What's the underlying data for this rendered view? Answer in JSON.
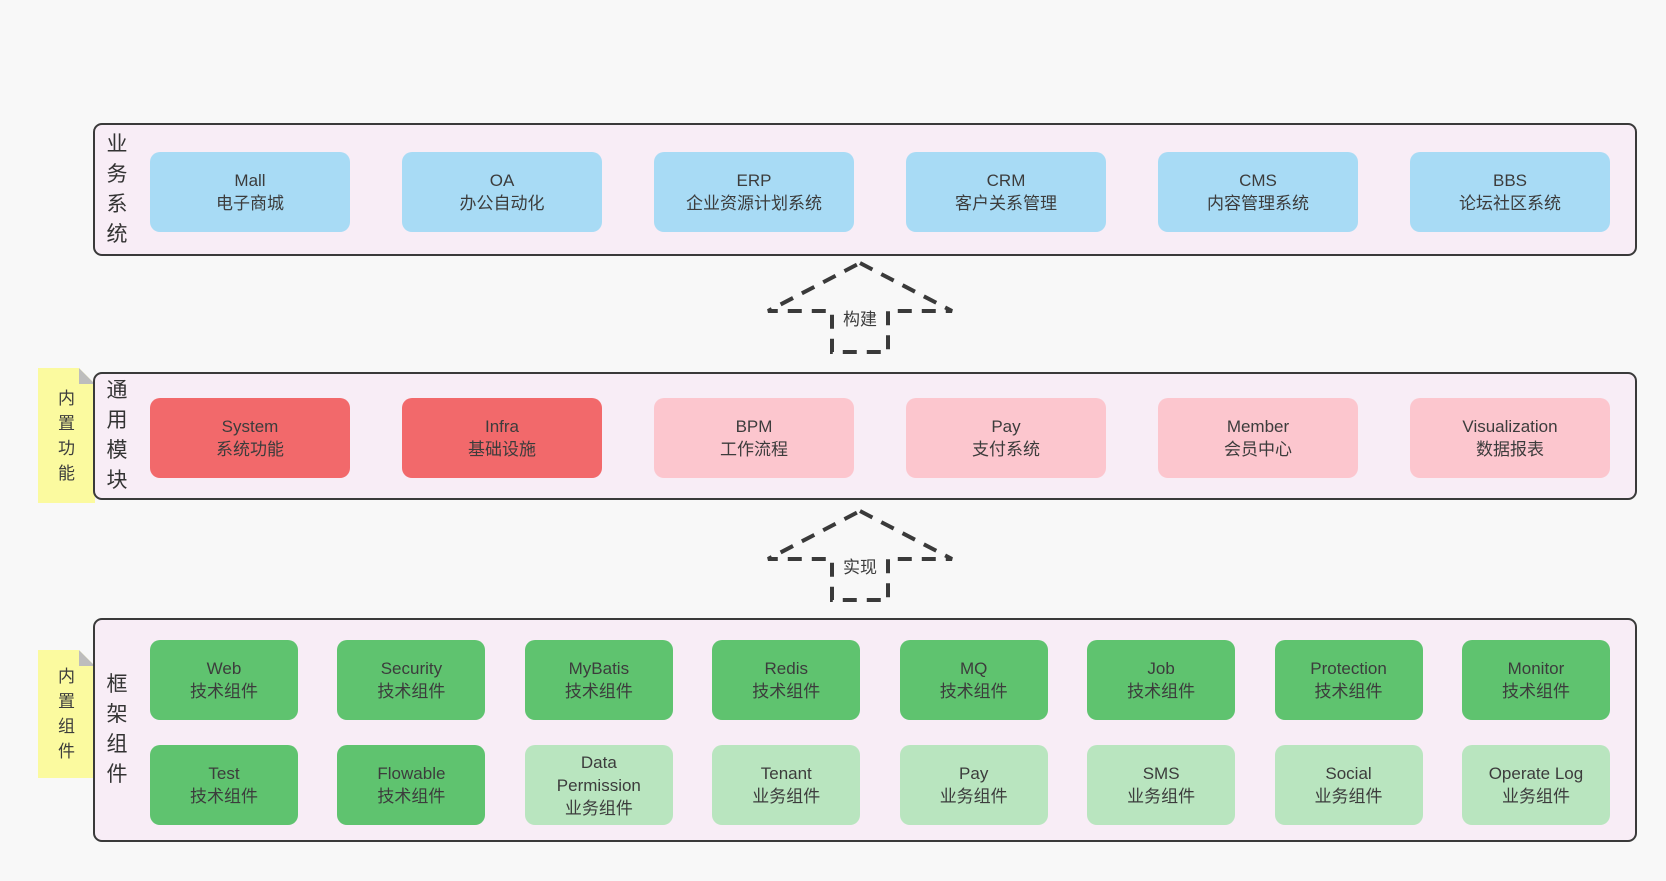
{
  "colors": {
    "page_bg": "#f8f8f8",
    "band_bg": "#f8edf6",
    "band_border": "#3a3a3a",
    "blue_box": "#a8dbf5",
    "red_box": "#f2696b",
    "pink_box": "#fcc6ce",
    "green_box": "#5fc36f",
    "light_green_box": "#b9e5bf",
    "note_yellow": "#fbfa9f",
    "fold_gray": "#bdbdbd",
    "text": "#3c3c3c"
  },
  "arrows": [
    {
      "label": "构建"
    },
    {
      "label": "实现"
    }
  ],
  "bands": {
    "business": {
      "label": "业务系统",
      "boxes": [
        {
          "title": "Mall",
          "subtitle": "电子商城"
        },
        {
          "title": "OA",
          "subtitle": "办公自动化"
        },
        {
          "title": "ERP",
          "subtitle": "企业资源计划系统"
        },
        {
          "title": "CRM",
          "subtitle": "客户关系管理"
        },
        {
          "title": "CMS",
          "subtitle": "内容管理系统"
        },
        {
          "title": "BBS",
          "subtitle": "论坛社区系统"
        }
      ]
    },
    "modules": {
      "label": "通用模块",
      "note": "内置功能",
      "boxes": [
        {
          "title": "System",
          "subtitle": "系统功能",
          "variant": "red"
        },
        {
          "title": "Infra",
          "subtitle": "基础设施",
          "variant": "red"
        },
        {
          "title": "BPM",
          "subtitle": "工作流程",
          "variant": "pink"
        },
        {
          "title": "Pay",
          "subtitle": "支付系统",
          "variant": "pink"
        },
        {
          "title": "Member",
          "subtitle": "会员中心",
          "variant": "pink"
        },
        {
          "title": "Visualization",
          "subtitle": "数据报表",
          "variant": "pink"
        }
      ]
    },
    "framework": {
      "label": "框架组件",
      "note": "内置组件",
      "row1": [
        {
          "title": "Web",
          "subtitle": "技术组件",
          "variant": "green"
        },
        {
          "title": "Security",
          "subtitle": "技术组件",
          "variant": "green"
        },
        {
          "title": "MyBatis",
          "subtitle": "技术组件",
          "variant": "green"
        },
        {
          "title": "Redis",
          "subtitle": "技术组件",
          "variant": "green"
        },
        {
          "title": "MQ",
          "subtitle": "技术组件",
          "variant": "green"
        },
        {
          "title": "Job",
          "subtitle": "技术组件",
          "variant": "green"
        },
        {
          "title": "Protection",
          "subtitle": "技术组件",
          "variant": "green"
        },
        {
          "title": "Monitor",
          "subtitle": "技术组件",
          "variant": "green"
        }
      ],
      "row2": [
        {
          "title": "Test",
          "subtitle": "技术组件",
          "variant": "green"
        },
        {
          "title": "Flowable",
          "subtitle": "技术组件",
          "variant": "green"
        },
        {
          "title": "Data Permission",
          "subtitle": "业务组件",
          "variant": "light-green"
        },
        {
          "title": "Tenant",
          "subtitle": "业务组件",
          "variant": "light-green"
        },
        {
          "title": "Pay",
          "subtitle": "业务组件",
          "variant": "light-green"
        },
        {
          "title": "SMS",
          "subtitle": "业务组件",
          "variant": "light-green"
        },
        {
          "title": "Social",
          "subtitle": "业务组件",
          "variant": "light-green"
        },
        {
          "title": "Operate Log",
          "subtitle": "业务组件",
          "variant": "light-green"
        }
      ]
    }
  }
}
